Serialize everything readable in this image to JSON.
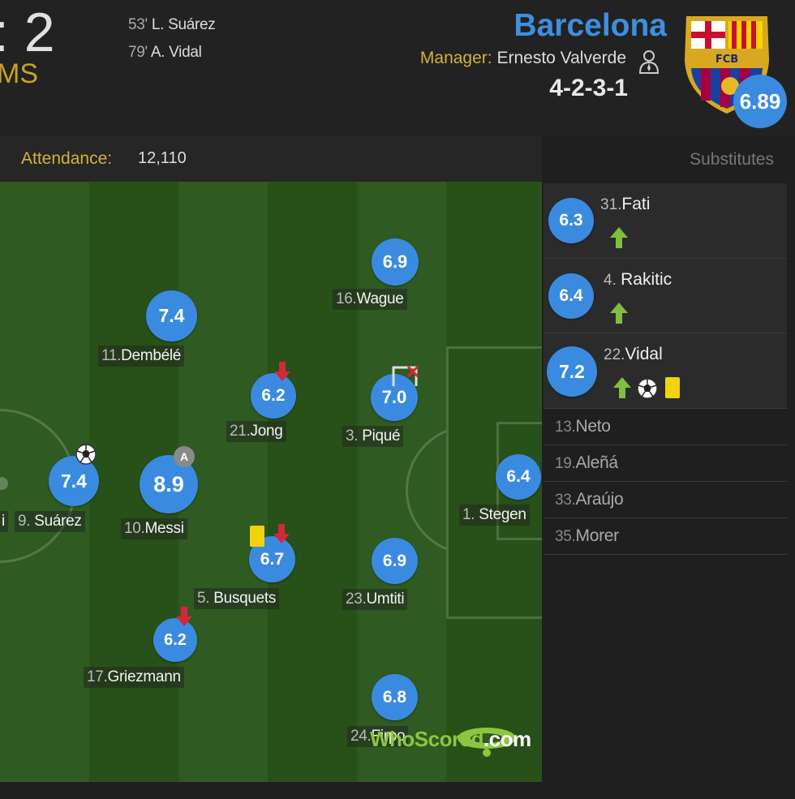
{
  "header": {
    "score_partial": ": 2",
    "status_partial": "MS",
    "goals": [
      {
        "minute": "53'",
        "scorer": "L. Suárez"
      },
      {
        "minute": "79'",
        "scorer": "A. Vidal"
      }
    ],
    "team_name": "Barcelona",
    "manager_label": "Manager:",
    "manager_name": "Ernesto Valverde",
    "formation": "4-2-3-1",
    "crest_text": "FCB",
    "team_rating": "6.89"
  },
  "info": {
    "attendance_label": "Attendance:",
    "attendance_value": "12,110"
  },
  "pitch": {
    "players": [
      {
        "num": "16.",
        "name": "Wague",
        "rating": "6.9"
      },
      {
        "num": "11.",
        "name": "Dembélé",
        "rating": "7.4"
      },
      {
        "num": "21.",
        "name": "Jong",
        "rating": "6.2"
      },
      {
        "num": "3. ",
        "name": "Piqué",
        "rating": "7.0"
      },
      {
        "num": "9. ",
        "name": "Suárez",
        "rating": "7.4"
      },
      {
        "num": "10.",
        "name": "Messi",
        "rating": "8.9"
      },
      {
        "num": "1. ",
        "name": "Stegen",
        "rating": "6.4"
      },
      {
        "num": "5. ",
        "name": "Busquets",
        "rating": "6.7"
      },
      {
        "num": "23.",
        "name": "Umtiti",
        "rating": "6.9"
      },
      {
        "num": "17.",
        "name": "Griezmann",
        "rating": "6.2"
      },
      {
        "num": "24.",
        "name": "Firpo",
        "rating": "6.8"
      }
    ],
    "partial_label": "i",
    "captain_mark": "A",
    "logo_who": "WhoScored",
    "logo_com": ".com"
  },
  "substitutes": {
    "title": "Substitutes",
    "used": [
      {
        "num": "31.",
        "name": "Fati",
        "rating": "6.3"
      },
      {
        "num": "4. ",
        "name": "Rakitic",
        "rating": "6.4"
      },
      {
        "num": "22.",
        "name": "Vidal",
        "rating": "7.2"
      }
    ],
    "bench": [
      {
        "num": "13.",
        "name": "Neto"
      },
      {
        "num": "19.",
        "name": "Aleñá"
      },
      {
        "num": "33.",
        "name": "Araújo"
      },
      {
        "num": "35.",
        "name": "Morer"
      }
    ]
  },
  "colors": {
    "rating_badge": "#3a8be0",
    "team_name": "#3d8fe0",
    "label_gold": "#d4b13b"
  },
  "icons": {
    "goal": "soccer-ball-icon",
    "sub_in": "arrow-up-icon",
    "sub_out": "arrow-down-icon",
    "yellow_card": "yellow-card-icon",
    "captain": "captain-icon",
    "manager": "manager-icon",
    "missed_chance": "goal-frame-icon"
  }
}
